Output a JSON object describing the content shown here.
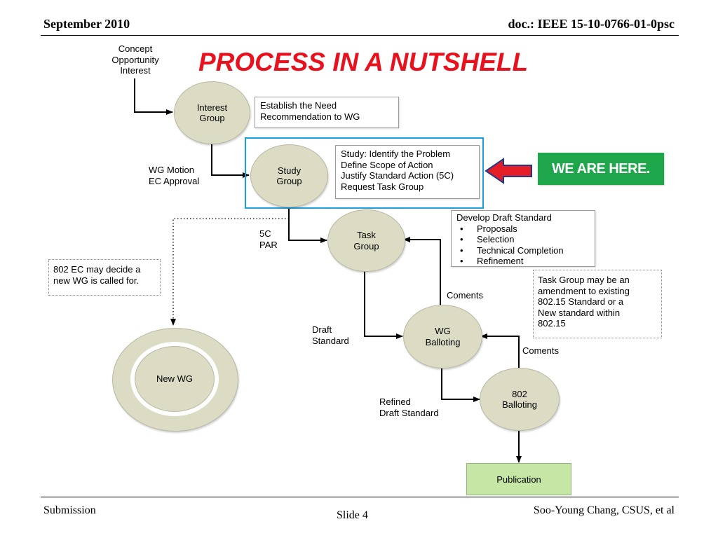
{
  "header": {
    "date": "September 2010",
    "doc": "doc.: IEEE 15-10-0766-01-0psc"
  },
  "title": "PROCESS IN A NUTSHELL",
  "source_label": [
    "Concept",
    "Opportunity",
    "Interest"
  ],
  "nodes": {
    "interest_group": [
      "Interest",
      "Group"
    ],
    "study_group": [
      "Study",
      "Group"
    ],
    "task_group": [
      "Task",
      "Group"
    ],
    "wg_balloting": [
      "WG",
      "Balloting"
    ],
    "b802_balloting": [
      "802",
      "Balloting"
    ],
    "new_wg": "New WG",
    "publication": "Publication"
  },
  "boxes": {
    "interest_desc": [
      "Establish the Need",
      "Recommendation to WG"
    ],
    "study_desc": [
      "Study: Identify the Problem",
      "Define Scope of Action",
      "Justify Standard Action (5C)",
      "Request Task Group"
    ],
    "task_desc_title": "Develop Draft Standard",
    "task_desc_items": [
      "Proposals",
      "Selection",
      "Technical Completion",
      "Refinement"
    ],
    "ec_note": [
      "802 EC may decide a",
      "new WG is called for."
    ],
    "amend_note": [
      "Task Group may be an",
      "amendment to existing",
      "802.15 Standard or a",
      "New standard within",
      "802.15"
    ]
  },
  "edge_labels": {
    "wg_motion": [
      "WG Motion",
      "EC Approval"
    ],
    "five_c": [
      "5C",
      "PAR"
    ],
    "coments1": "Coments",
    "draft": [
      "Draft",
      "Standard"
    ],
    "coments2": "Coments",
    "refined": [
      "Refined",
      "Draft Standard"
    ]
  },
  "callout": "WE ARE HERE.",
  "footer": {
    "left": "Submission",
    "center": "Slide 4",
    "right": "Soo-Young Chang, CSUS, et al"
  },
  "colors": {
    "title": "#e8121f",
    "callout_bg": "#1ea64a",
    "highlight_border": "#1aa0e0",
    "publication_bg": "#c6e6a6",
    "node_fill": "#dcdcc4",
    "arrow_red": "#e41e26",
    "arrow_blue": "#1f3a8a"
  }
}
